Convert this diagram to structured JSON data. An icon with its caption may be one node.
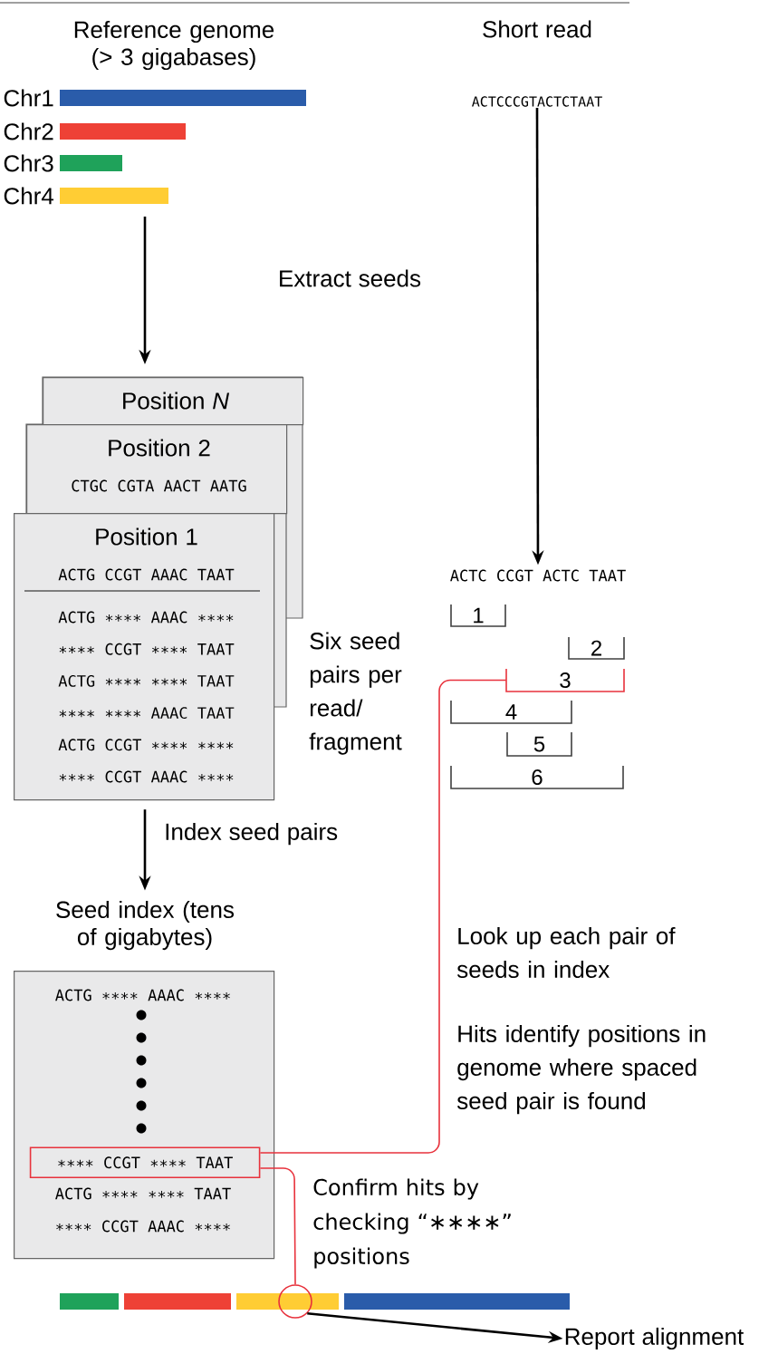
{
  "diagram": {
    "nodes": [
      {
        "text": [
          "Chr1"
        ]
      },
      {
        "text": [
          "Chr2"
        ]
      },
      {
        "text": [
          "Chr3"
        ]
      },
      {
        "text": [
          "Chr4"
        ]
      },
      {
        "text": [
          "Short read",
          "ACTCCCGTACTCTAAT"
        ]
      },
      {
        "text": [
          "Position *N*"
        ]
      },
      {
        "text": [
          "Position 2",
          "CTGC CGTA AACT AATG"
        ]
      },
      {
        "text": [
          "Position 1",
          "ACTG CCGT AAAC TAAT",
          "ACTG ∗∗∗∗ AAAC ∗∗∗∗",
          "∗∗∗∗ CCGT ∗∗∗∗ TAAT",
          "ACTG ∗∗∗∗ ∗∗∗∗ TAAT",
          "∗∗∗∗ ∗∗∗∗ AAAC TAAT",
          "ACTG CCGT ∗∗∗∗ ∗∗∗∗",
          "∗∗∗∗ CCGT AAAC ∗∗∗∗"
        ]
      },
      {
        "text": [
          "ACTC CCGT ACTC TAAT"
        ]
      },
      {
        "text": [
          "1"
        ]
      },
      {
        "text": [
          "2"
        ]
      },
      {
        "text": [
          "3"
        ]
      },
      {
        "text": [
          "4"
        ]
      },
      {
        "text": [
          "5"
        ]
      },
      {
        "text": [
          "6"
        ]
      },
      {
        "text": [
          "Seed index (tens of gigabytes)",
          "ACTG ∗∗∗∗ AAAC ∗∗∗∗",
          "ACTG ∗∗∗∗ ∗∗∗∗ TAAT",
          "∗∗∗∗ CCGT AAAC ∗∗∗∗"
        ]
      },
      {
        "text": [
          "∗∗∗∗ CCGT ∗∗∗∗ TAAT"
        ],
        "in": 15
      },
      {
        "text": [],
        "shape": "bar"
      },
      {
        "text": [],
        "shape": "circle"
      },
      {
        "text": [
          "Report alignment"
        ]
      }
    ],
    "edges": [
      {
        "from": 3,
        "to": 5,
        "arrow": "to"
      },
      {
        "from": 4,
        "to": 8,
        "arrow": "to"
      },
      {
        "from": 7,
        "to": 15,
        "arrow": "to",
        "label": "Index seed pairs"
      },
      {
        "from": 11,
        "to": 16,
        "arrow": "none",
        "color": "#e8323c"
      },
      {
        "from": 16,
        "to": 18,
        "arrow": "none",
        "color": "#e8323c"
      },
      {
        "from": 18,
        "to": 19,
        "arrow": "to"
      }
    ],
    "labels": [
      "Reference genome (> 3 gigabases)",
      "Extract seeds",
      "Six seed pairs per read/ fragment",
      "Look up each pair of seeds in index",
      "Hits identify positions in genome where spaced seed pair is found",
      "Confirm hits by checking “∗∗∗∗” positions"
    ]
  }
}
